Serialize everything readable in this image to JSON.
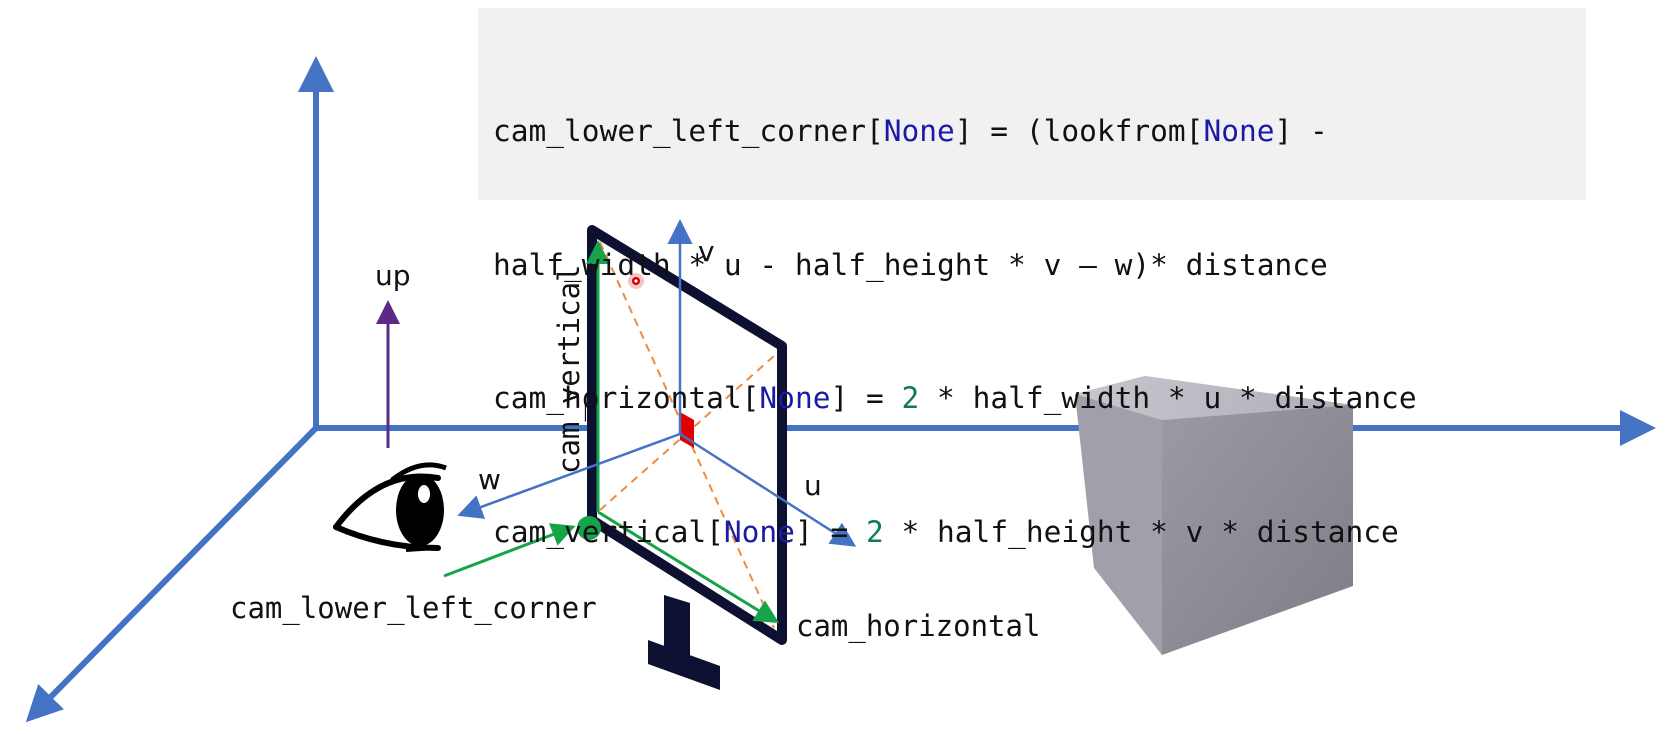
{
  "code": {
    "line1": [
      {
        "t": "cam_lower_left_corner[",
        "c": "plain"
      },
      {
        "t": "None",
        "c": "kw"
      },
      {
        "t": "] = (lookfrom[",
        "c": "plain"
      },
      {
        "t": "None",
        "c": "kw"
      },
      {
        "t": "] -",
        "c": "plain"
      }
    ],
    "line2": [
      {
        "t": "half_width * u - half_height * v – w)* distance",
        "c": "plain"
      }
    ],
    "line3": [
      {
        "t": "cam_horizontal[",
        "c": "plain"
      },
      {
        "t": "None",
        "c": "kw"
      },
      {
        "t": "] = ",
        "c": "plain"
      },
      {
        "t": "2",
        "c": "num"
      },
      {
        "t": " * half_width * u * distance",
        "c": "plain"
      }
    ],
    "line4": [
      {
        "t": "cam_vertical[",
        "c": "plain"
      },
      {
        "t": "None",
        "c": "kw"
      },
      {
        "t": "] = ",
        "c": "plain"
      },
      {
        "t": "2",
        "c": "num"
      },
      {
        "t": " * half_height * v * distance",
        "c": "plain"
      }
    ]
  },
  "labels": {
    "up": "up",
    "v": "v",
    "w": "w",
    "u": "u",
    "cam_vertical": "cam_vertical",
    "cam_lower_left_corner": "cam_lower_left_corner",
    "cam_horizontal": "cam_horizontal"
  },
  "colors": {
    "axis": "#4472c4",
    "up_arrow": "#5b2a86",
    "green": "#17a34a",
    "frame": "#0d1030",
    "dashed": "#f08a3c",
    "red": "#e00000",
    "cube_front": "#8a8790",
    "cube_top": "#b9b8c0",
    "cube_side": "#9a98a3"
  }
}
